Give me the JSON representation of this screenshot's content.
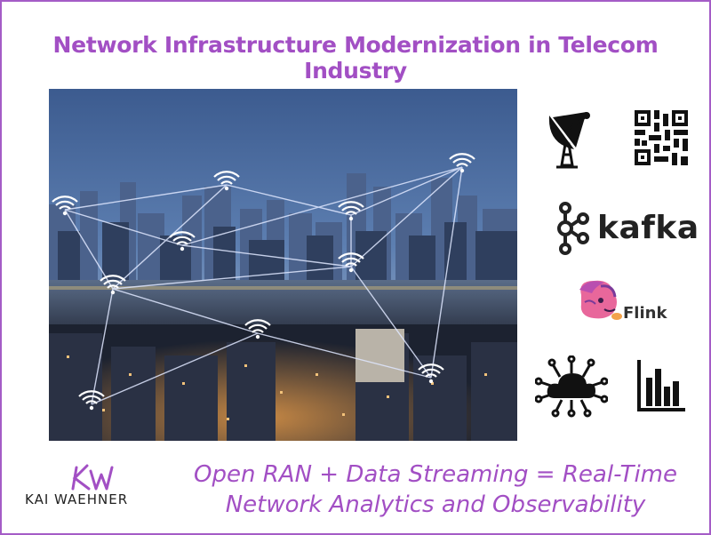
{
  "title": "Network Infrastructure Modernization in Telecom Industry",
  "photo": {
    "description_icon": "city-network-wifi-photo"
  },
  "icons": {
    "satellite": "satellite-dish-icon",
    "qr": "qr-code-icon",
    "kafka": "kafka-icon",
    "flink": "flink-squirrel-icon",
    "cloud": "cloud-network-icon",
    "chart": "bar-chart-icon"
  },
  "kafka_label": "kafka",
  "flink_label": "Flink",
  "logo": {
    "name": "KAI WAEHNER"
  },
  "tagline": {
    "line1": "Open RAN + Data Streaming = Real-Time",
    "line2": "Network Analytics and Observability"
  },
  "colors": {
    "accent": "#a24fc4",
    "border": "#a45cc6"
  }
}
